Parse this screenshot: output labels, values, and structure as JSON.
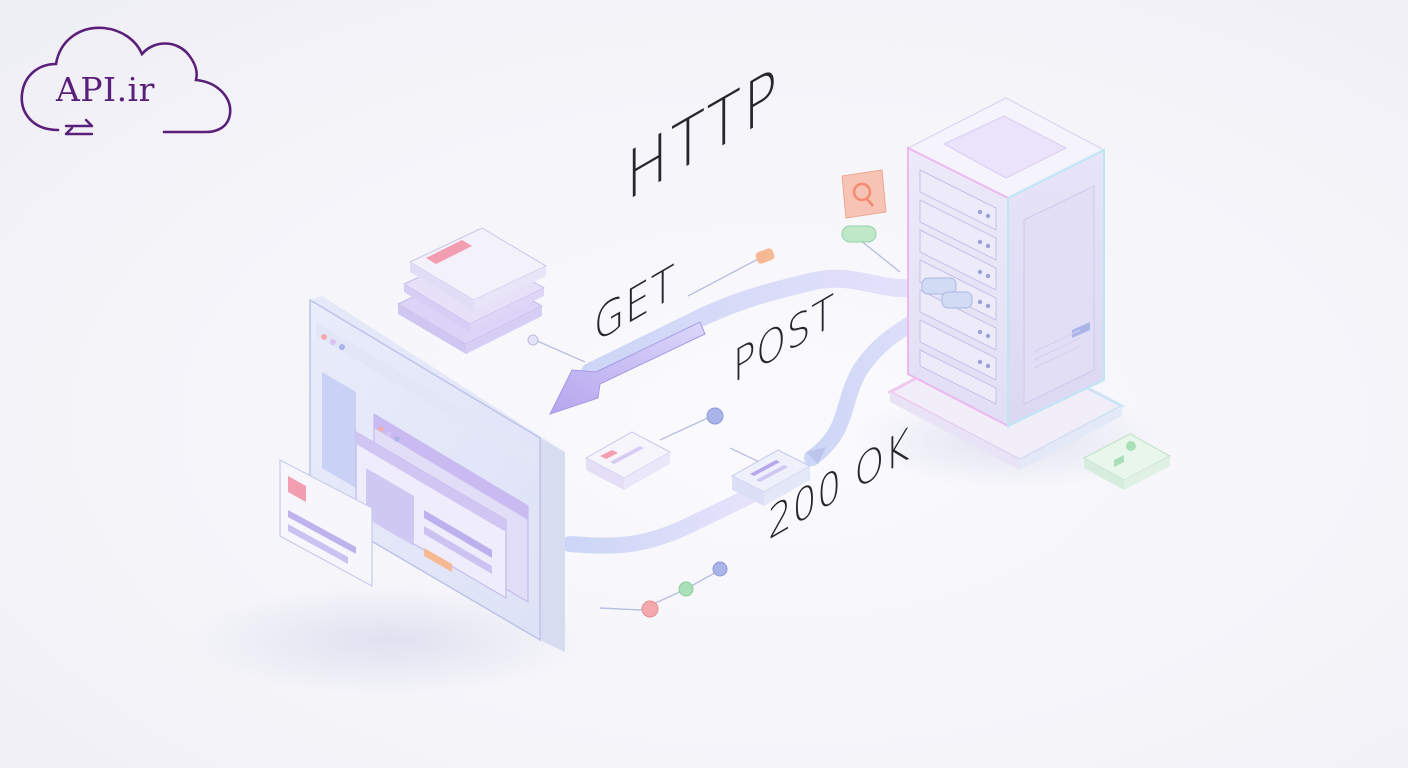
{
  "brand": {
    "logo_text": "API.ir",
    "logo_color": "#5a1f78"
  },
  "labels": {
    "protocol": "HTTP",
    "request_get": "GET",
    "request_post": "POST",
    "response": "200 OK"
  },
  "colors": {
    "accent_purple": "#b9a8ef",
    "accent_blue": "#c3d4f4",
    "node_purple": "#a9b4e8",
    "node_green": "#a9e0b8",
    "node_red": "#f4a9ad",
    "tag_pink": "#f29db0",
    "tag_orange": "#f6b993"
  },
  "icons": {
    "server": "server-rack-icon",
    "browser": "browser-window-icon",
    "search": "search-icon",
    "user": "user-profile-icon",
    "transfer": "transfer-arrows-icon"
  }
}
